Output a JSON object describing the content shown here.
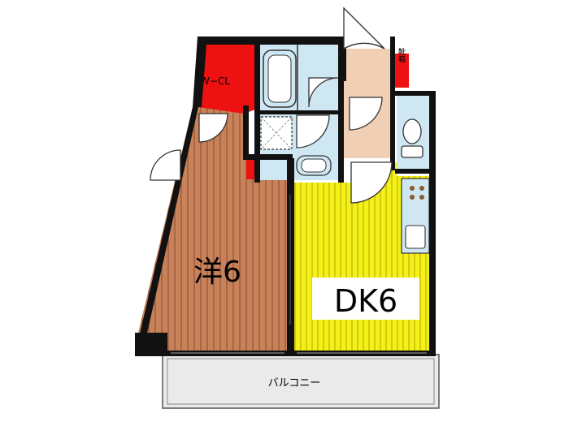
{
  "rooms": {
    "western_room": "洋6",
    "dining_kitchen": "DK6",
    "walk_in_closet": "W−CL",
    "balcony": "バルコニー",
    "shoe_box": "靴箱"
  },
  "colors": {
    "wall": "#111111",
    "western_floor": "#c8825a",
    "western_stripe": "#9a5a3a",
    "dk_floor": "#f2f21a",
    "dk_stripe": "#c9b400",
    "storage_red": "#ee1111",
    "entrance_floor": "#f0cfb4",
    "water_blue": "#cfe7f3",
    "balcony_fill": "#eaeaea"
  },
  "icons": [
    "bathtub-icon",
    "washbasin-icon",
    "toilet-icon",
    "stove-icon",
    "sink-icon",
    "washing-machine-pan-icon",
    "door-swing-icon"
  ]
}
